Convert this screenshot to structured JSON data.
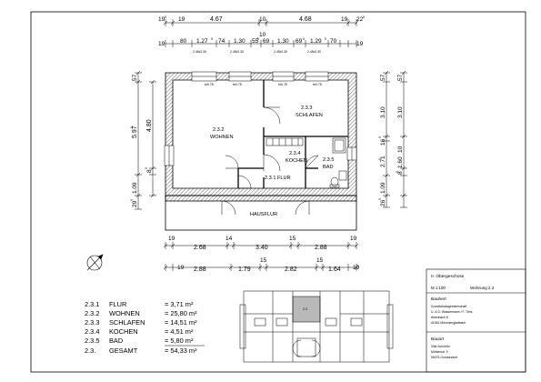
{
  "dimensions": {
    "top_row1": [
      "19",
      "19",
      "4.67",
      "10",
      "4.68",
      "19",
      "22"
    ],
    "top_row1_sup": [
      "5",
      "5",
      "5"
    ],
    "top_row2_mid": "10",
    "top_row2": [
      "19",
      "80",
      "1.27",
      "74",
      "1.30",
      "55",
      "69",
      "1.30",
      "69",
      "1.29",
      "70",
      "19"
    ],
    "top_row2_sup": [
      "5",
      "5",
      "5",
      "5"
    ],
    "window_sizes": [
      "2.45x2.30",
      "2.45x2.30",
      "2.45x2.30",
      "2.45x2.30"
    ],
    "window_tags": [
      "brh.78",
      "brh.78",
      "brh.78",
      "brh.78"
    ],
    "left_outer": [
      "57",
      "5.97",
      "1.09",
      "29"
    ],
    "left_outer_sup": [
      "5",
      "5"
    ],
    "left_inner": [
      "4.80",
      "8"
    ],
    "left_inner_sup": [
      "5"
    ],
    "right_outer": [
      "57",
      "3.10",
      "16",
      "10",
      "2.71",
      "1.09",
      "26"
    ],
    "right_outer_sup": [
      "5",
      "5",
      "5"
    ],
    "right_inner": [
      "57",
      "3.10",
      "1.60",
      "8"
    ],
    "right_inner_sup": [
      "5"
    ],
    "bottom_row1": [
      "19",
      "2.68",
      "14",
      "3.40",
      "15",
      "2.88",
      "19"
    ],
    "bottom_row2": [
      "19",
      "2.88",
      "1.79",
      "15",
      "2.82",
      "15",
      "1.64",
      "19"
    ]
  },
  "rooms": {
    "wohnen": {
      "number": "2.3.2",
      "name": "WOHNEN"
    },
    "schlafen": {
      "number": "2.3.3",
      "name": "SCHLAFEN"
    },
    "kochen": {
      "number": "2.3.4",
      "name": "KOCHEN"
    },
    "bad": {
      "number": "2.3.5",
      "name": "BAD"
    },
    "flur": {
      "label": "2.3.1 FLUR"
    },
    "hausflur": {
      "label": "HAUSFLUR"
    }
  },
  "area_table": [
    {
      "num": "2.3.1",
      "name": "FLUR",
      "value": "= 3,71 m²"
    },
    {
      "num": "2.3.2",
      "name": "WOHNEN",
      "value": "= 25,80 m²"
    },
    {
      "num": "2.3.3",
      "name": "SCHLAFEN",
      "value": "= 14,51 m²"
    },
    {
      "num": "2.3.4",
      "name": "KOCHEN",
      "value": "= 4,51 m²"
    },
    {
      "num": "2.3.5",
      "name": "BAD",
      "value": "= 5,80 m²"
    },
    {
      "num": "2.3.",
      "name": "GESAMT",
      "value": "= 54,33 m²"
    }
  ],
  "key_plan": {
    "unit_label": "2.3"
  },
  "title_block": {
    "floor": "II. Obergeschoss",
    "scale": "M 1:100",
    "unit": "Wohnung 2.3",
    "bauherr_heading": "Bauherr",
    "bauherr_lines": [
      "Grundstücksgemeinschaft",
      "U. & D. Wassermann / F. Treis",
      "Alsenbach 8",
      "41061 Mönchengladbach"
    ],
    "bauort_heading": "Bauort",
    "bauort_lines": [
      "Villa Schönfor",
      "Mühlenstr. 9",
      "06075 Gondorsdorf"
    ]
  },
  "colors": {
    "line": "#000000",
    "key_highlight": "#b9b9b9"
  }
}
